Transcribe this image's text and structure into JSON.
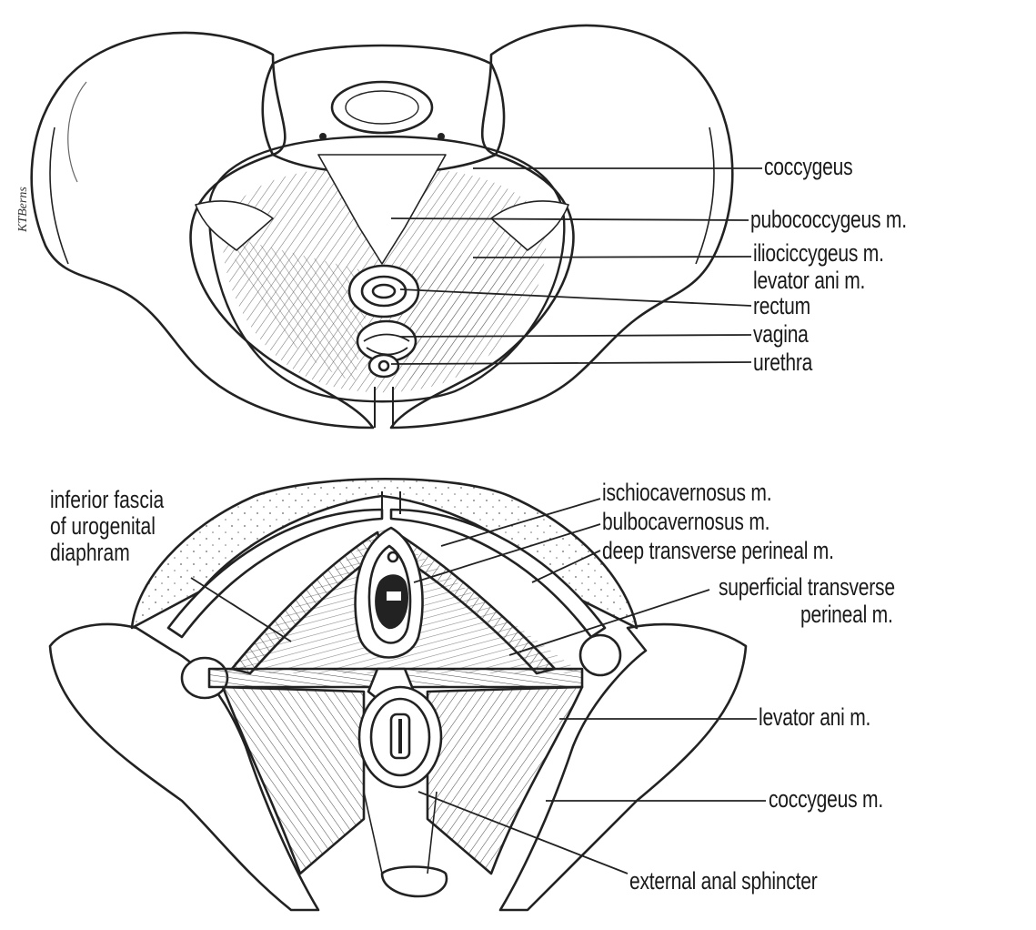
{
  "top_view": {
    "labels": {
      "coccygeus": "coccygeus",
      "pubococcygeus": "pubococcygeus m.",
      "iliococcygeus": "iliociccygeus m.",
      "levator_ani": "levator ani m.",
      "rectum": "rectum",
      "vagina": "vagina",
      "urethra": "urethra"
    },
    "artist_signature": "KTBerns"
  },
  "bottom_view": {
    "labels": {
      "inferior_fascia": "inferior fascia\nof urogenital\ndiaphram",
      "ischiocavernosus": "ischiocavernosus m.",
      "bulbocavernosus": "bulbocavernosus m.",
      "deep_transverse": "deep transverse perineal m.",
      "superficial_transverse_1": "superficial transverse",
      "superficial_transverse_2": "perineal m.",
      "levator_ani": "levator ani m.",
      "coccygeus": "coccygeus m.",
      "external_anal_sphincter": "external anal sphincter"
    }
  }
}
